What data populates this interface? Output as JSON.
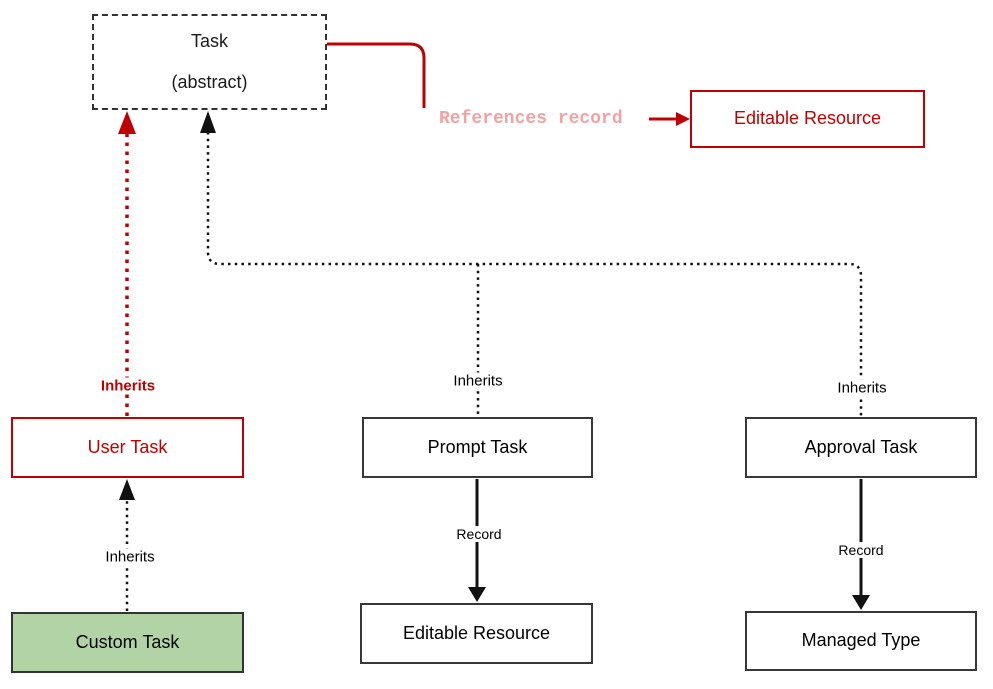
{
  "diagram": {
    "nodes": {
      "task": {
        "title": "Task",
        "subtitle": "(abstract)"
      },
      "editable_resource_ref": "Editable Resource",
      "user_task": "User Task",
      "prompt_task": "Prompt Task",
      "approval_task": "Approval Task",
      "custom_task": "Custom Task",
      "editable_resource": "Editable Resource",
      "managed_type": "Managed Type"
    },
    "edge_labels": {
      "references_record": "References record",
      "user_inherits": "Inherits",
      "prompt_inherits": "Inherits",
      "approval_inherits": "Inherits",
      "custom_inherits": "Inherits",
      "prompt_record": "Record",
      "approval_record": "Record"
    },
    "colors": {
      "accent_red": "#c00000",
      "label_pink": "#f2a2a2",
      "custom_task_fill": "#b1d3a5",
      "node_border_dark": "#383838",
      "line_black": "#111111",
      "background": "#ffffff"
    }
  }
}
